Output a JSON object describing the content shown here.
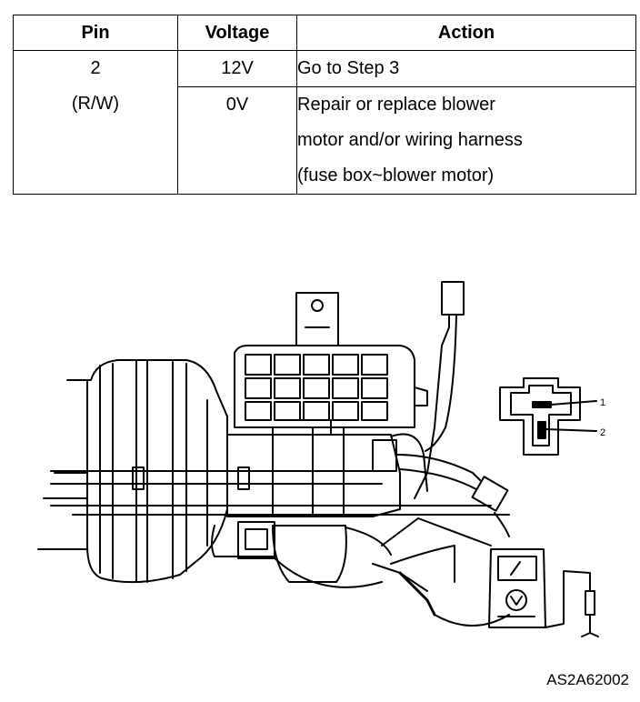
{
  "table": {
    "headers": {
      "pin": "Pin",
      "voltage": "Voltage",
      "action": "Action"
    },
    "pin_number": "2",
    "pin_wire": "(R/W)",
    "rows": [
      {
        "voltage": "12V",
        "action_lines": [
          "Go to Step 3"
        ]
      },
      {
        "voltage": "0V",
        "action_lines": [
          "Repair or replace blower",
          "motor and/or wiring harness",
          "(fuse box~blower motor)"
        ]
      }
    ]
  },
  "connector": {
    "terminal_1": "1",
    "terminal_2": "2"
  },
  "figure_code": "AS2A62002"
}
